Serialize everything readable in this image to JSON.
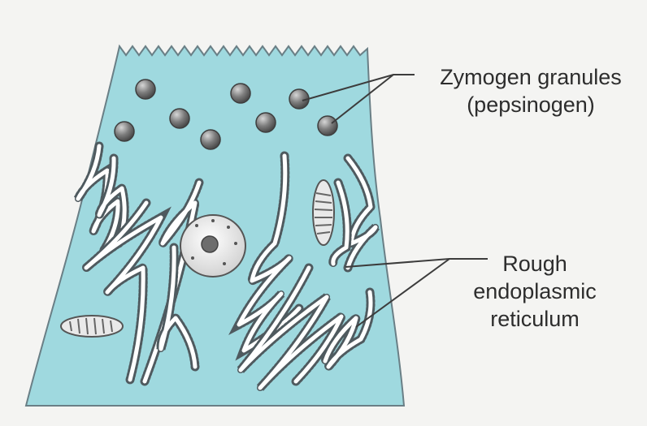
{
  "labels": {
    "zymogen": {
      "line1": "Zymogen granules",
      "line2": "(pepsinogen)"
    },
    "rer": {
      "line1": "Rough",
      "line2": "endoplasmic",
      "line3": "reticulum"
    }
  },
  "colors": {
    "cytoplasm": "#9fd9df",
    "cell_outline": "#6a7f86",
    "reticulum": "#ffffff",
    "reticulum_edge": "#4f5a5f",
    "granule": "#707070",
    "nucleus": "#e7e7e7",
    "leader_line": "#3c3c3c"
  }
}
